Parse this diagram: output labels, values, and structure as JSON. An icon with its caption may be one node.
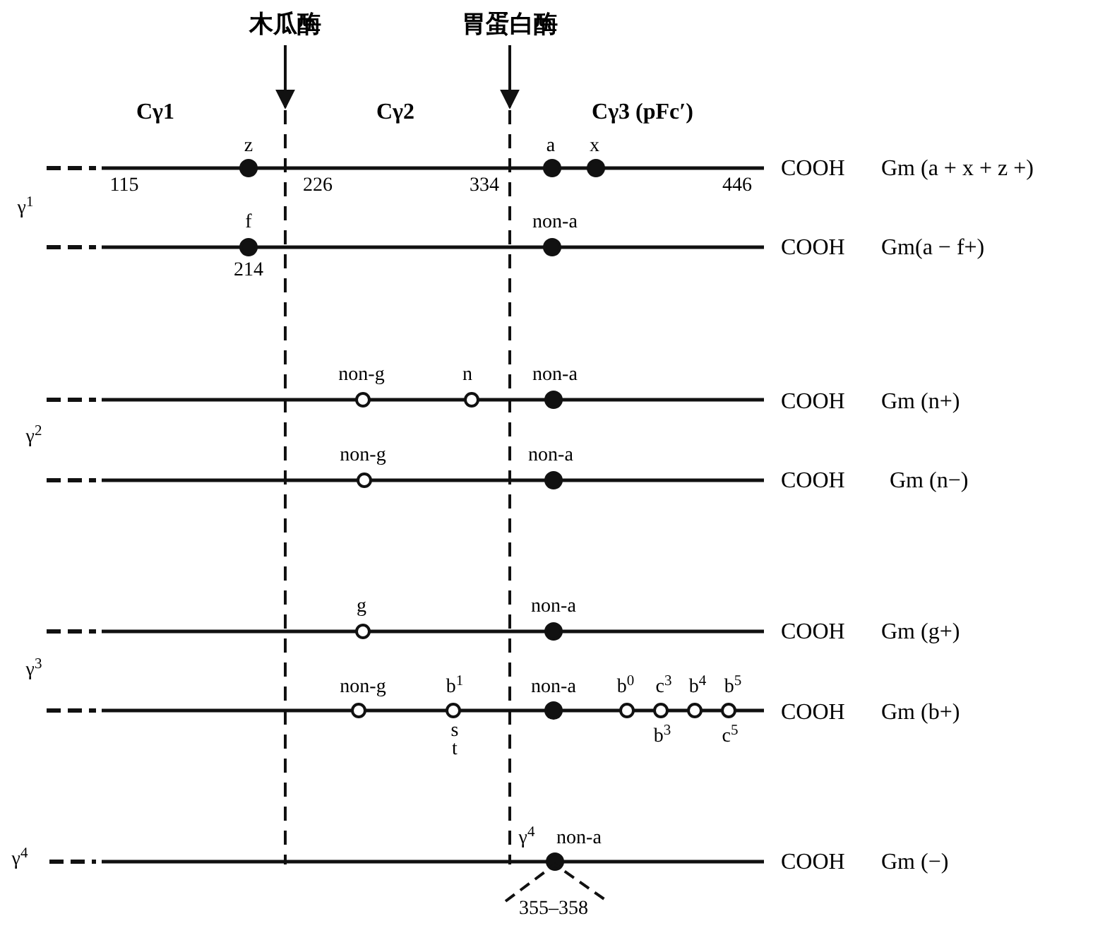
{
  "diagram": {
    "nodes": [
      {
        "text": [
          "木瓜酶"
        ]
      },
      {
        "text": [
          "胃蛋白酶"
        ]
      }
    ],
    "edges": [
      {
        "from": 0,
        "to": null,
        "arrow": "to"
      },
      {
        "from": 1,
        "to": null,
        "arrow": "to"
      }
    ],
    "labels": [
      "Cγ1",
      "Cγ2",
      "Cγ3 (pFc′)",
      "z",
      "a",
      "x",
      "115",
      "226",
      "334",
      "446",
      "COOH",
      "Gm (a + x + z +)",
      "γ$^{1}$",
      "f",
      "non-a",
      "214",
      "COOH",
      "Gm(a − f+)",
      "non-g",
      "n",
      "non-a",
      "COOH",
      "Gm (n+)",
      "γ$^{2}$",
      "non-g",
      "non-a",
      "COOH",
      "Gm (n−)",
      "g",
      "non-a",
      "COOH",
      "Gm (g+)",
      "γ$^{3}$",
      "non-g",
      "b$^{1}$",
      "non-a",
      "b$^{0}$",
      "c$^{3}$",
      "b$^{4}$",
      "b$^{5}$",
      "COOH",
      "Gm (b+)",
      "s",
      "t",
      "b$^{3}$",
      "c$^{5}$",
      "γ$^{4}$",
      "γ$^{4}$",
      "non-a",
      "COOH",
      "Gm (−)",
      "355–358"
    ]
  }
}
